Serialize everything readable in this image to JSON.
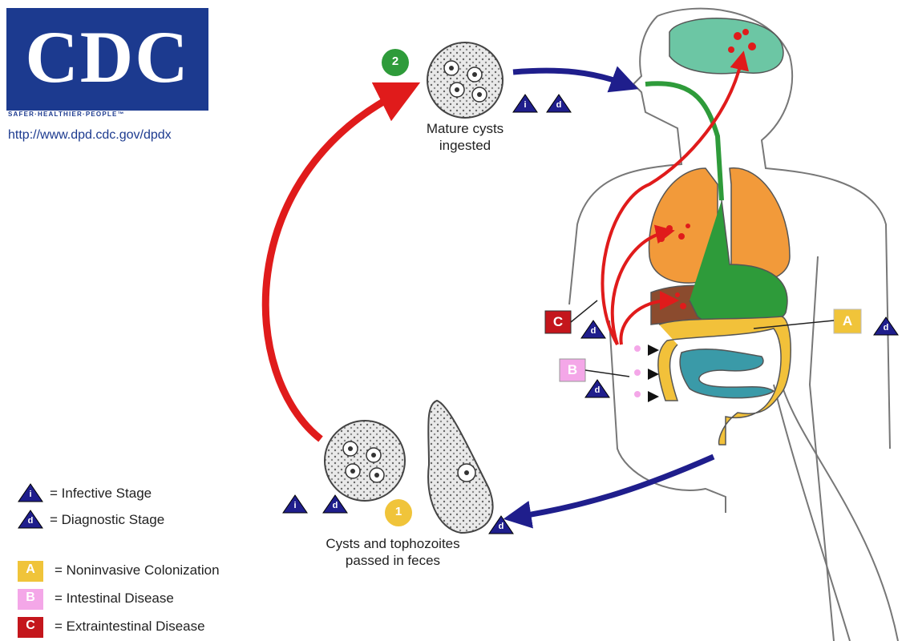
{
  "logo": {
    "text": "CDC",
    "tagline": "SAFER·HEALTHIER·PEOPLE™",
    "url": "http://www.dpd.cdc.gov/dpdx"
  },
  "stages": {
    "ingested_number": "2",
    "ingested_caption_line1": "Mature cysts",
    "ingested_caption_line2": "ingested",
    "passed_number": "1",
    "passed_caption_line1": "Cysts and tophozoites",
    "passed_caption_line2": "passed in feces"
  },
  "markers": {
    "infective": "i",
    "diagnostic": "d",
    "noninvasive": "A",
    "intestinal": "B",
    "extraintestinal": "C"
  },
  "legend": {
    "infective": "= Infective Stage",
    "diagnostic": "= Diagnostic Stage",
    "noninvasive": "= Noninvasive Colonization",
    "intestinal": "= Intestinal Disease",
    "extraintestinal": "= Extraintestinal Disease"
  },
  "colors": {
    "cdc_blue": "#1c3a8f",
    "arrow_red": "#e01b1b",
    "arrow_blue": "#1f1e8c",
    "stage_green": "#2e9b3a",
    "noninvasive_yellow": "#f0c43a",
    "intestinal_pink": "#f4a7e8",
    "extraintestinal_red": "#c4161c",
    "brain_teal": "#6cc6a4",
    "lung_orange": "#f29a3a",
    "stomach_green": "#2e9b3a",
    "intestine_yellow": "#f2c13a",
    "intestine_teal": "#3a9aa8",
    "liver_brown": "#8b4b2e"
  }
}
